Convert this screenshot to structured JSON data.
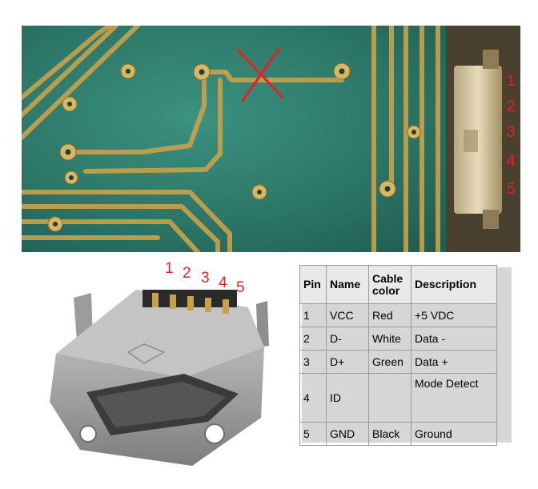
{
  "pcb_photo": {
    "pin_numbers": [
      "1",
      "2",
      "3",
      "4",
      "5"
    ]
  },
  "connector_photo": {
    "pin_numbers": [
      "1",
      "2",
      "3",
      "4",
      "5"
    ]
  },
  "pin_table": {
    "headers": [
      "Pin",
      "Name",
      "Cable color",
      "Description"
    ],
    "rows": [
      [
        "1",
        "VCC",
        "Red",
        "+5 VDC"
      ],
      [
        "2",
        "D-",
        "White",
        "Data -"
      ],
      [
        "3",
        "D+",
        "Green",
        "Data +"
      ],
      [
        "4",
        "ID",
        "",
        "Mode Detect"
      ],
      [
        "5",
        "GND",
        "Black",
        "Ground"
      ]
    ]
  },
  "colors": {
    "pin_label": "#e8211c",
    "pcb_green": "#2f7f6e",
    "trace_gold": "#c9a24a"
  }
}
